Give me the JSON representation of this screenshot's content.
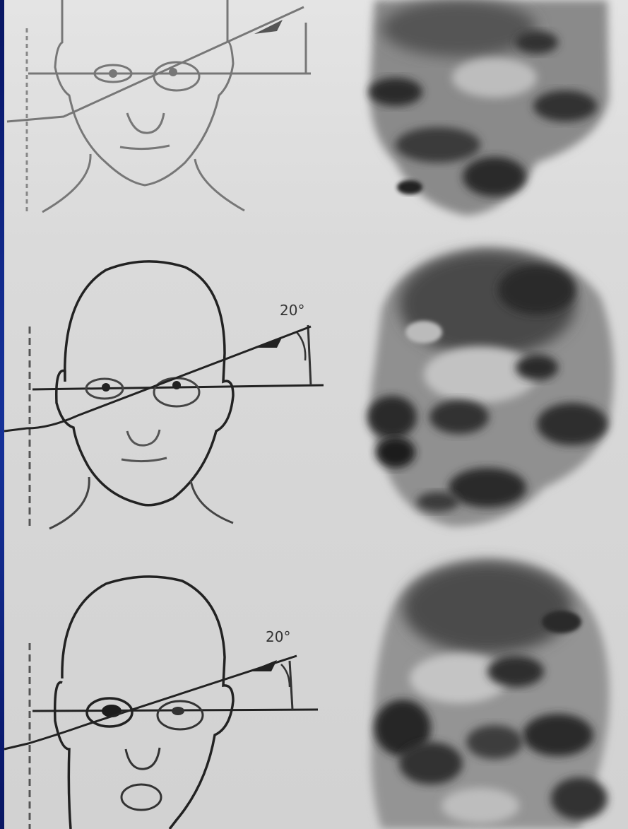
{
  "panels": [
    {
      "id": "top",
      "angle_label": ""
    },
    {
      "id": "middle",
      "angle_label": "20°"
    },
    {
      "id": "bottom",
      "angle_label": "20°"
    }
  ],
  "colors": {
    "background": "#0a1a6e",
    "sheet": "#dcdcdc",
    "ink": "#2a2a2a",
    "xray_dark": "#1e1e1e"
  }
}
